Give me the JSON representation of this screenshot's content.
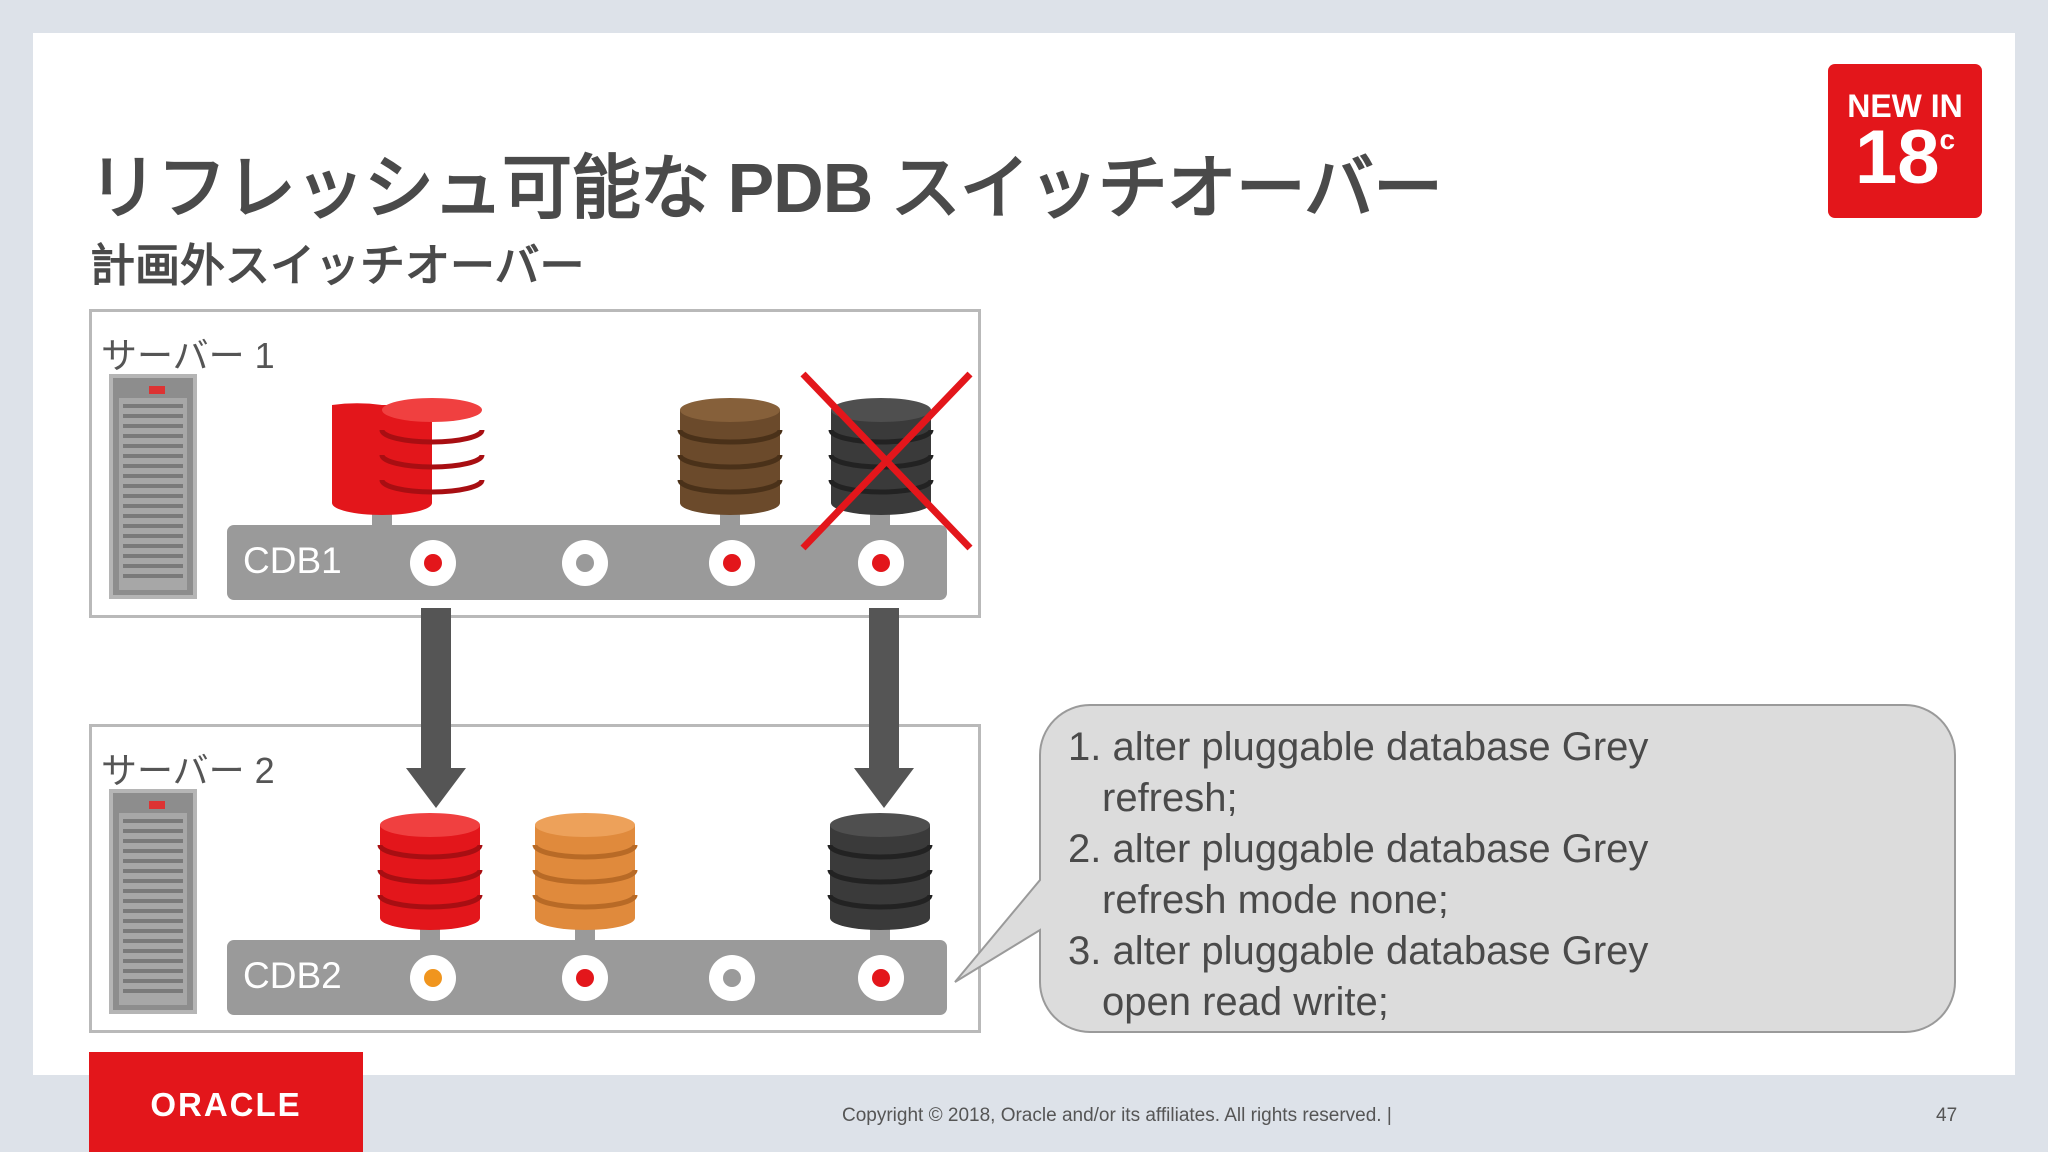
{
  "slide": {
    "title": "リフレッシュ可能な PDB スイッチオーバー",
    "subtitle": "計画外スイッチオーバー",
    "badge": {
      "line1": "NEW IN",
      "version": "18",
      "suffix": "c"
    }
  },
  "server1": {
    "label": "サーバー 1",
    "cdb_label": "CDB1"
  },
  "server2": {
    "label": "サーバー 2",
    "cdb_label": "CDB2"
  },
  "callout": {
    "line1": "1. alter pluggable database Grey",
    "line2": "refresh;",
    "line3": "2. alter pluggable database Grey",
    "line4": "refresh mode none;",
    "line5": "3. alter pluggable database Grey",
    "line6": "open read write;"
  },
  "footer": {
    "logo": "ORACLE",
    "copyright": "Copyright © 2018, Oracle and/or its affiliates. All rights reserved.  |",
    "page_number": "47"
  },
  "colors": {
    "red": "#e3161b",
    "brown": "#6b4a2b",
    "orange": "#e08a3c",
    "dark": "#3a3a3a",
    "bar_grey": "#9a9a9a"
  }
}
